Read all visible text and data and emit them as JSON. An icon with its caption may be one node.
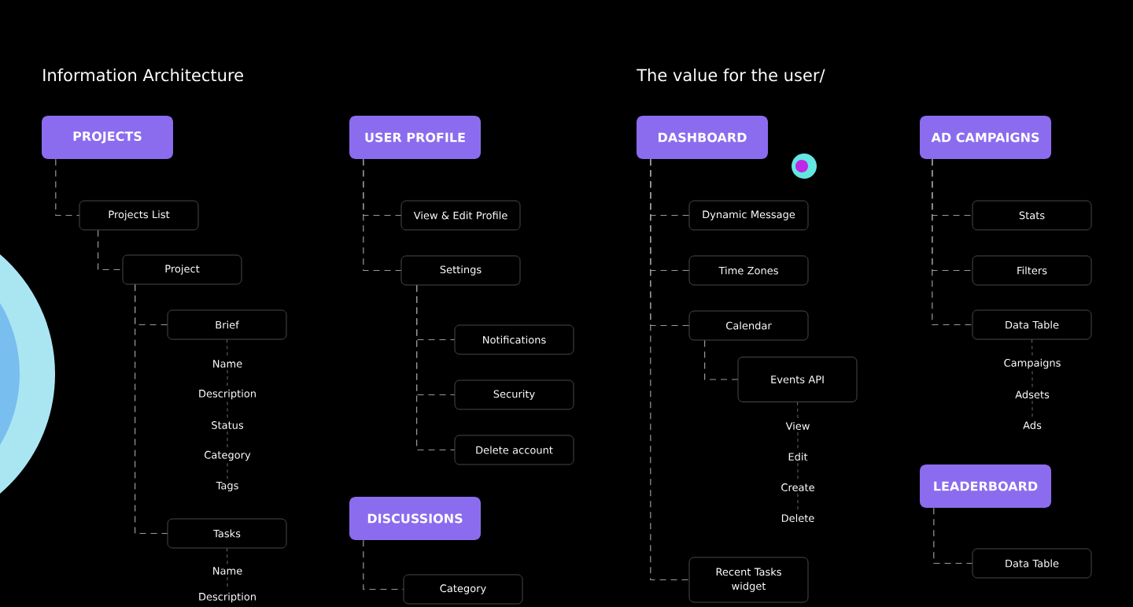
{
  "diagram": {
    "title": "Information Architecture",
    "nodes": [
      {
        "text": [
          "PROJECTS"
        ]
      },
      {
        "text": [
          "Projects List"
        ]
      },
      {
        "text": [
          "Project"
        ]
      },
      {
        "text": [
          "Brief"
        ]
      },
      {
        "text": [
          "Name"
        ]
      },
      {
        "text": [
          "Description"
        ]
      },
      {
        "text": [
          "Status"
        ]
      },
      {
        "text": [
          "Category"
        ]
      },
      {
        "text": [
          "Tags"
        ]
      },
      {
        "text": [
          "Tasks"
        ]
      },
      {
        "text": [
          "Name"
        ]
      },
      {
        "text": [
          "Description"
        ]
      },
      {
        "text": [
          "USER PROFILE"
        ]
      },
      {
        "text": [
          "View & Edit Profile"
        ]
      },
      {
        "text": [
          "Settings"
        ]
      },
      {
        "text": [
          "Notifications"
        ]
      },
      {
        "text": [
          "Security"
        ]
      },
      {
        "text": [
          "Delete account"
        ]
      },
      {
        "text": [
          "DISCUSSIONS"
        ]
      },
      {
        "text": [
          "Category"
        ]
      },
      {
        "text": [
          "DASHBOARD"
        ]
      },
      {
        "text": [
          "Dynamic Message"
        ]
      },
      {
        "text": [
          "Time Zones"
        ]
      },
      {
        "text": [
          "Calendar"
        ]
      },
      {
        "text": [
          "Events API"
        ]
      },
      {
        "text": [
          "View"
        ]
      },
      {
        "text": [
          "Edit"
        ]
      },
      {
        "text": [
          "Create"
        ]
      },
      {
        "text": [
          "Delete"
        ]
      },
      {
        "text": [
          "Recent Tasks widget"
        ]
      },
      {
        "text": [
          "AD CAMPAIGNS"
        ]
      },
      {
        "text": [
          "Stats"
        ]
      },
      {
        "text": [
          "Filters"
        ]
      },
      {
        "text": [
          "Data Table"
        ]
      },
      {
        "text": [
          "Campaigns"
        ]
      },
      {
        "text": [
          "Adsets"
        ]
      },
      {
        "text": [
          "Ads"
        ]
      },
      {
        "text": [
          "LEADERBOARD"
        ]
      },
      {
        "text": [
          "Data Table"
        ]
      }
    ],
    "edges": [
      {
        "from": 0,
        "to": 1,
        "arrow": "none"
      },
      {
        "from": 1,
        "to": 2,
        "arrow": "none"
      },
      {
        "from": 2,
        "to": 3,
        "arrow": "none"
      },
      {
        "from": 3,
        "to": 4,
        "arrow": "none"
      },
      {
        "from": 4,
        "to": 5,
        "arrow": "none"
      },
      {
        "from": 5,
        "to": 6,
        "arrow": "none"
      },
      {
        "from": 6,
        "to": 7,
        "arrow": "none"
      },
      {
        "from": 7,
        "to": 8,
        "arrow": "none"
      },
      {
        "from": 2,
        "to": 9,
        "arrow": "none"
      },
      {
        "from": 9,
        "to": 10,
        "arrow": "none"
      },
      {
        "from": 10,
        "to": 11,
        "arrow": "none"
      },
      {
        "from": 12,
        "to": 13,
        "arrow": "none"
      },
      {
        "from": 12,
        "to": 14,
        "arrow": "none"
      },
      {
        "from": 14,
        "to": 15,
        "arrow": "none"
      },
      {
        "from": 14,
        "to": 16,
        "arrow": "none"
      },
      {
        "from": 14,
        "to": 17,
        "arrow": "none"
      },
      {
        "from": 18,
        "to": 19,
        "arrow": "none"
      },
      {
        "from": 20,
        "to": 21,
        "arrow": "none"
      },
      {
        "from": 20,
        "to": 22,
        "arrow": "none"
      },
      {
        "from": 20,
        "to": 23,
        "arrow": "none"
      },
      {
        "from": 23,
        "to": 24,
        "arrow": "none"
      },
      {
        "from": 24,
        "to": 25,
        "arrow": "none"
      },
      {
        "from": 25,
        "to": 26,
        "arrow": "none"
      },
      {
        "from": 26,
        "to": 27,
        "arrow": "none"
      },
      {
        "from": 27,
        "to": 28,
        "arrow": "none"
      },
      {
        "from": 20,
        "to": 29,
        "arrow": "none"
      },
      {
        "from": 30,
        "to": 31,
        "arrow": "none"
      },
      {
        "from": 30,
        "to": 32,
        "arrow": "none"
      },
      {
        "from": 30,
        "to": 33,
        "arrow": "none"
      },
      {
        "from": 33,
        "to": 34,
        "arrow": "none"
      },
      {
        "from": 34,
        "to": 35,
        "arrow": "none"
      },
      {
        "from": 35,
        "to": 36,
        "arrow": "none"
      },
      {
        "from": 37,
        "to": 38,
        "arrow": "none"
      }
    ],
    "labels": [
      "The value for the user/"
    ]
  }
}
